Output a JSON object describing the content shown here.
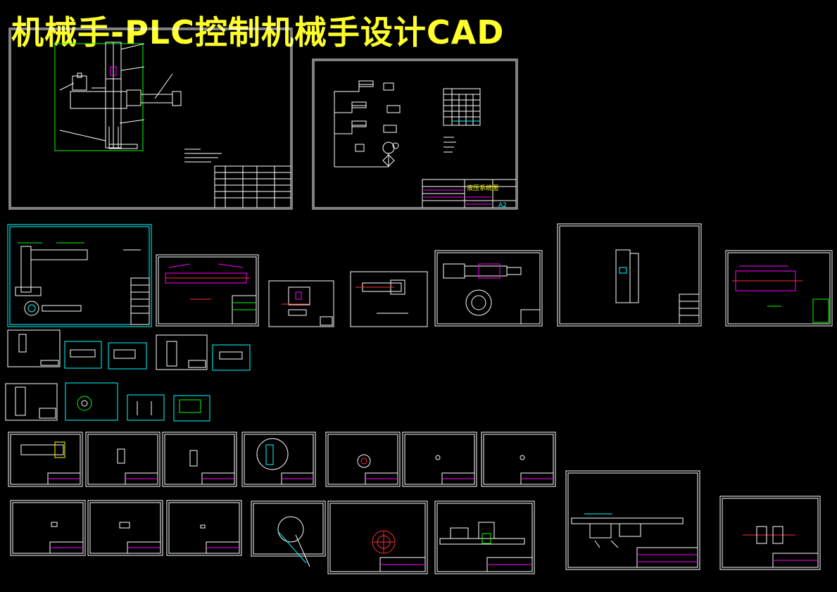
{
  "title": "机械手-PLC控制机械手设计CAD",
  "hydraulic_sheet": {
    "drawing_name": "液压系统图",
    "sheet_size": "A2"
  },
  "colors": {
    "background": "#000000",
    "title": "#ffff2a",
    "frame": "#ffffff",
    "accent_cyan": "#00ffff",
    "accent_magenta": "#ff00ff",
    "accent_green": "#00ff00",
    "accent_red": "#ff3030"
  },
  "drawing_sheets": [
    {
      "id": "assembly-main"
    },
    {
      "id": "hydraulic-system"
    },
    {
      "id": "arm-assembly"
    },
    {
      "id": "cylinder-1"
    },
    {
      "id": "part-a"
    },
    {
      "id": "part-b"
    },
    {
      "id": "gripper"
    },
    {
      "id": "column"
    },
    {
      "id": "cylinder-2"
    },
    {
      "id": "small-1"
    },
    {
      "id": "small-2"
    },
    {
      "id": "small-3"
    },
    {
      "id": "small-4"
    },
    {
      "id": "small-5"
    },
    {
      "id": "small-6"
    },
    {
      "id": "small-7"
    },
    {
      "id": "small-8"
    },
    {
      "id": "small-9"
    },
    {
      "id": "row5-1"
    },
    {
      "id": "row5-2"
    },
    {
      "id": "row5-3"
    },
    {
      "id": "row5-4"
    },
    {
      "id": "row5-5"
    },
    {
      "id": "row5-6"
    },
    {
      "id": "row5-7"
    },
    {
      "id": "row6-1"
    },
    {
      "id": "row6-2"
    },
    {
      "id": "row6-3"
    },
    {
      "id": "row6-4"
    },
    {
      "id": "row6-5"
    },
    {
      "id": "row6-6"
    },
    {
      "id": "row6-7"
    },
    {
      "id": "row6-8"
    }
  ]
}
